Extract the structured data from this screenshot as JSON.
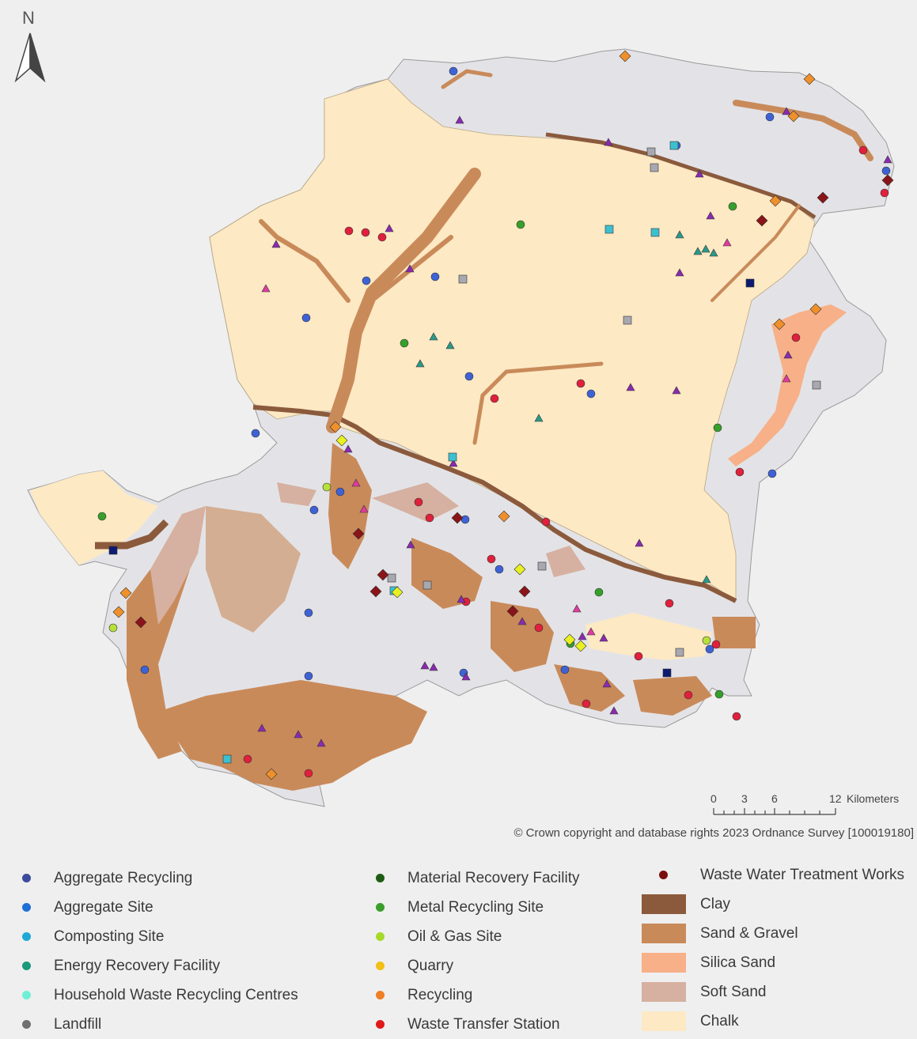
{
  "map": {
    "north_label": "N",
    "copyright": "© Crown copyright and database rights 2023 Ordnance Survey [100019180]",
    "scale": {
      "ticks": [
        "0",
        "3",
        "6",
        "12"
      ],
      "unit": "Kilometers"
    },
    "colors": {
      "background": "#efefef",
      "land": "#e3e3e7",
      "chalk": "#fde9c4",
      "clay": "#8b5a3c",
      "sand_gravel": "#c98a5a",
      "silica_sand": "#f7b088",
      "soft_sand": "#d6b0a0"
    }
  },
  "legend": {
    "col1": [
      {
        "label": "Aggregate Recycling",
        "color": "#3d4b9c"
      },
      {
        "label": "Aggregate Site",
        "color": "#1f6fd6"
      },
      {
        "label": "Composting Site",
        "color": "#1ea8d8"
      },
      {
        "label": "Energy Recovery Facility",
        "color": "#1a9a7a"
      },
      {
        "label": "Household Waste Recycling Centres",
        "color": "#6ff0d6"
      },
      {
        "label": "Landfill",
        "color": "#707070"
      }
    ],
    "col2": [
      {
        "label": "Material Recovery Facility",
        "color": "#1e5c14"
      },
      {
        "label": "Metal Recycling Site",
        "color": "#3a9e2a"
      },
      {
        "label": "Oil & Gas Site",
        "color": "#a7d92a"
      },
      {
        "label": "Quarry",
        "color": "#f2c014"
      },
      {
        "label": "Recycling",
        "color": "#f07e24"
      },
      {
        "label": "Waste Transfer Station",
        "color": "#e01818"
      }
    ],
    "col3_point": {
      "label": "Waste Water Treatment Works",
      "color": "#7a0e0e"
    },
    "col3_areas": [
      {
        "label": "Clay",
        "color": "#8b5a3c"
      },
      {
        "label": "Sand & Gravel",
        "color": "#c98a5a"
      },
      {
        "label": "Silica Sand",
        "color": "#f7b088"
      },
      {
        "label": "Soft Sand",
        "color": "#d6b0a0"
      },
      {
        "label": "Chalk",
        "color": "#fde9c4"
      }
    ]
  }
}
